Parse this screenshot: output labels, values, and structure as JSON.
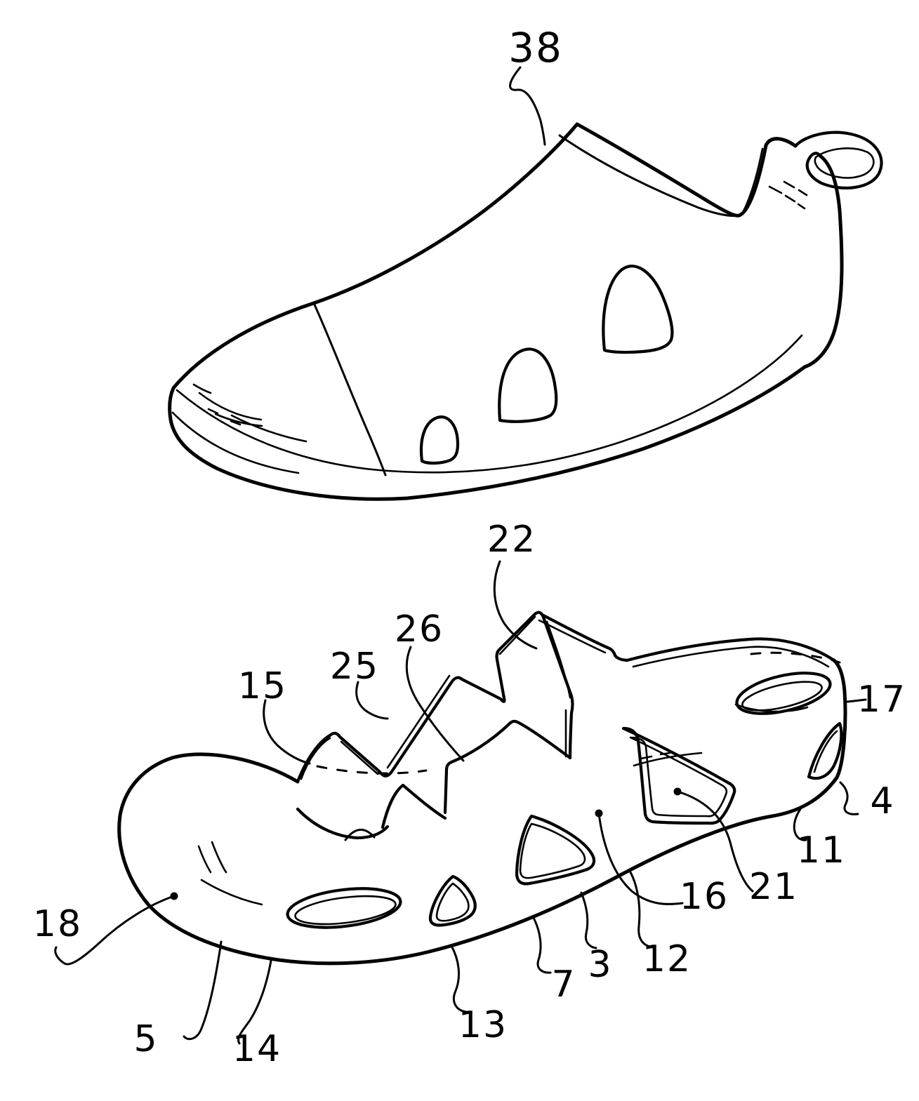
{
  "figure": {
    "background_color": "#ffffff",
    "ink_color": "#000000",
    "upper_shoe": {
      "description": "assembled shoe, outer upper with heel pull tab and side cutouts",
      "labels": {
        "n38": "38"
      }
    },
    "lower_shoe": {
      "description": "inner clog component with zigzag strap and ventilation cutouts",
      "labels": {
        "n22": "22",
        "n26": "26",
        "n25": "25",
        "n15": "15",
        "n17": "17",
        "n4": "4",
        "n11": "11",
        "n21": "21",
        "n16": "16",
        "n12": "12",
        "n3": "3",
        "n7": "7",
        "n13": "13",
        "n14": "14",
        "n5": "5",
        "n18": "18"
      }
    }
  }
}
